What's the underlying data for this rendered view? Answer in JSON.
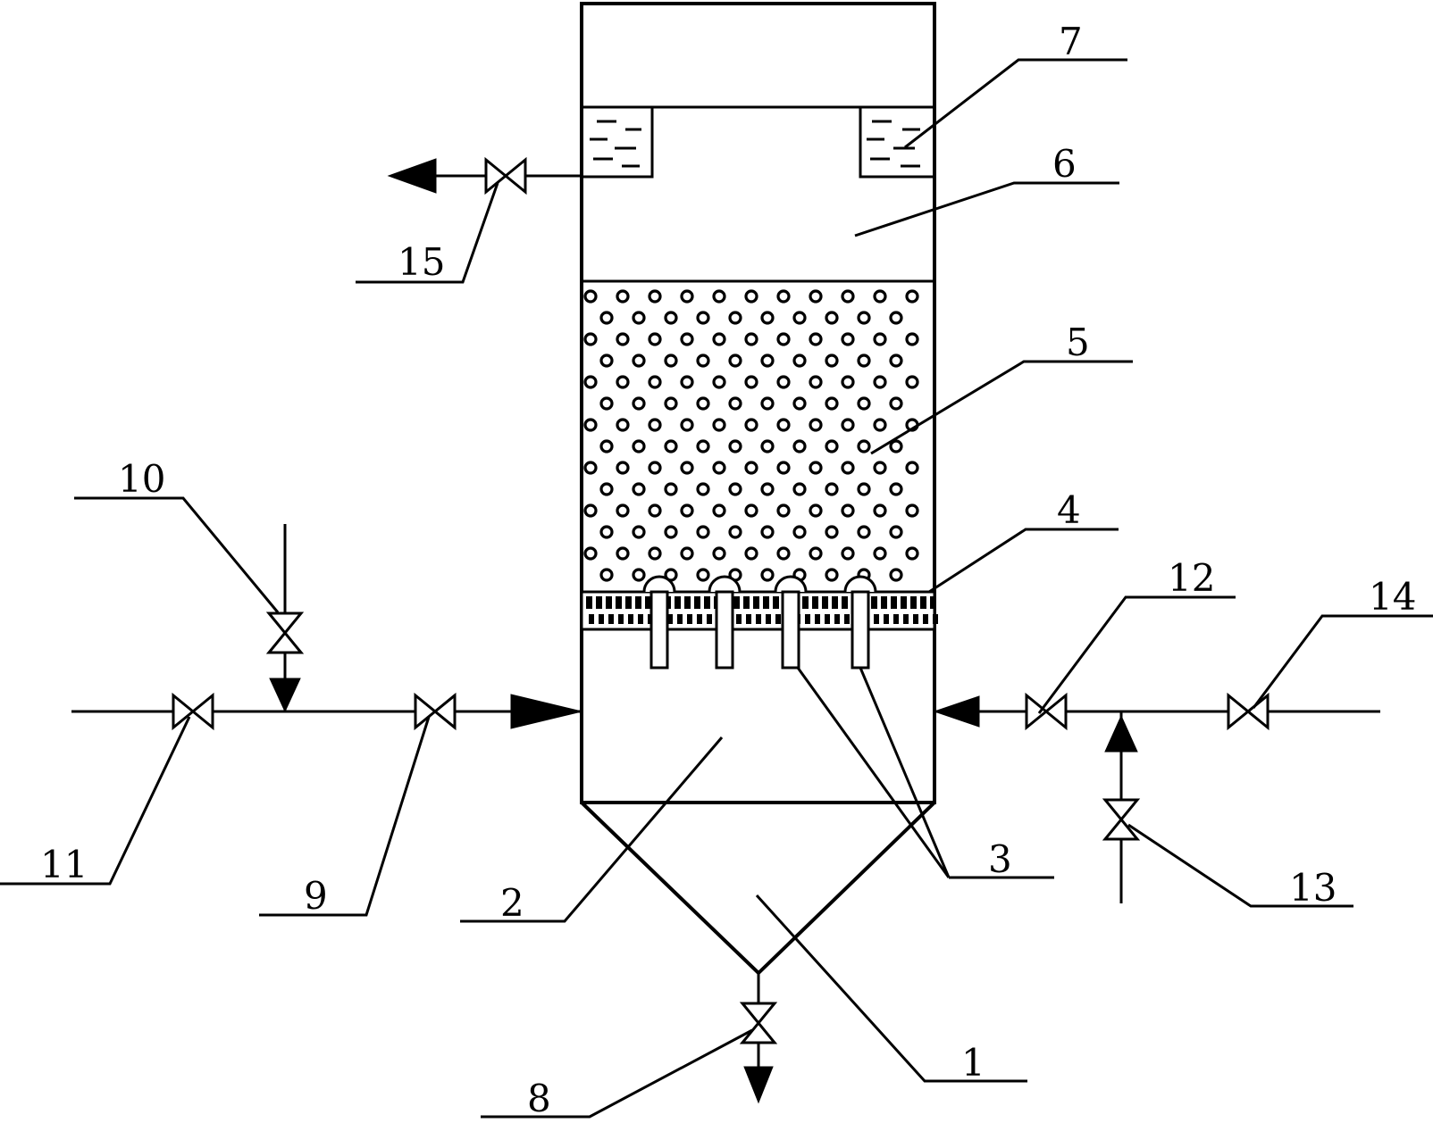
{
  "callouts": {
    "l1": "1",
    "l2": "2",
    "l3": "3",
    "l4": "4",
    "l5": "5",
    "l6": "6",
    "l7": "7",
    "l8": "8",
    "l9": "9",
    "l10": "10",
    "l11": "11",
    "l12": "12",
    "l13": "13",
    "l14": "14",
    "l15": "15"
  }
}
